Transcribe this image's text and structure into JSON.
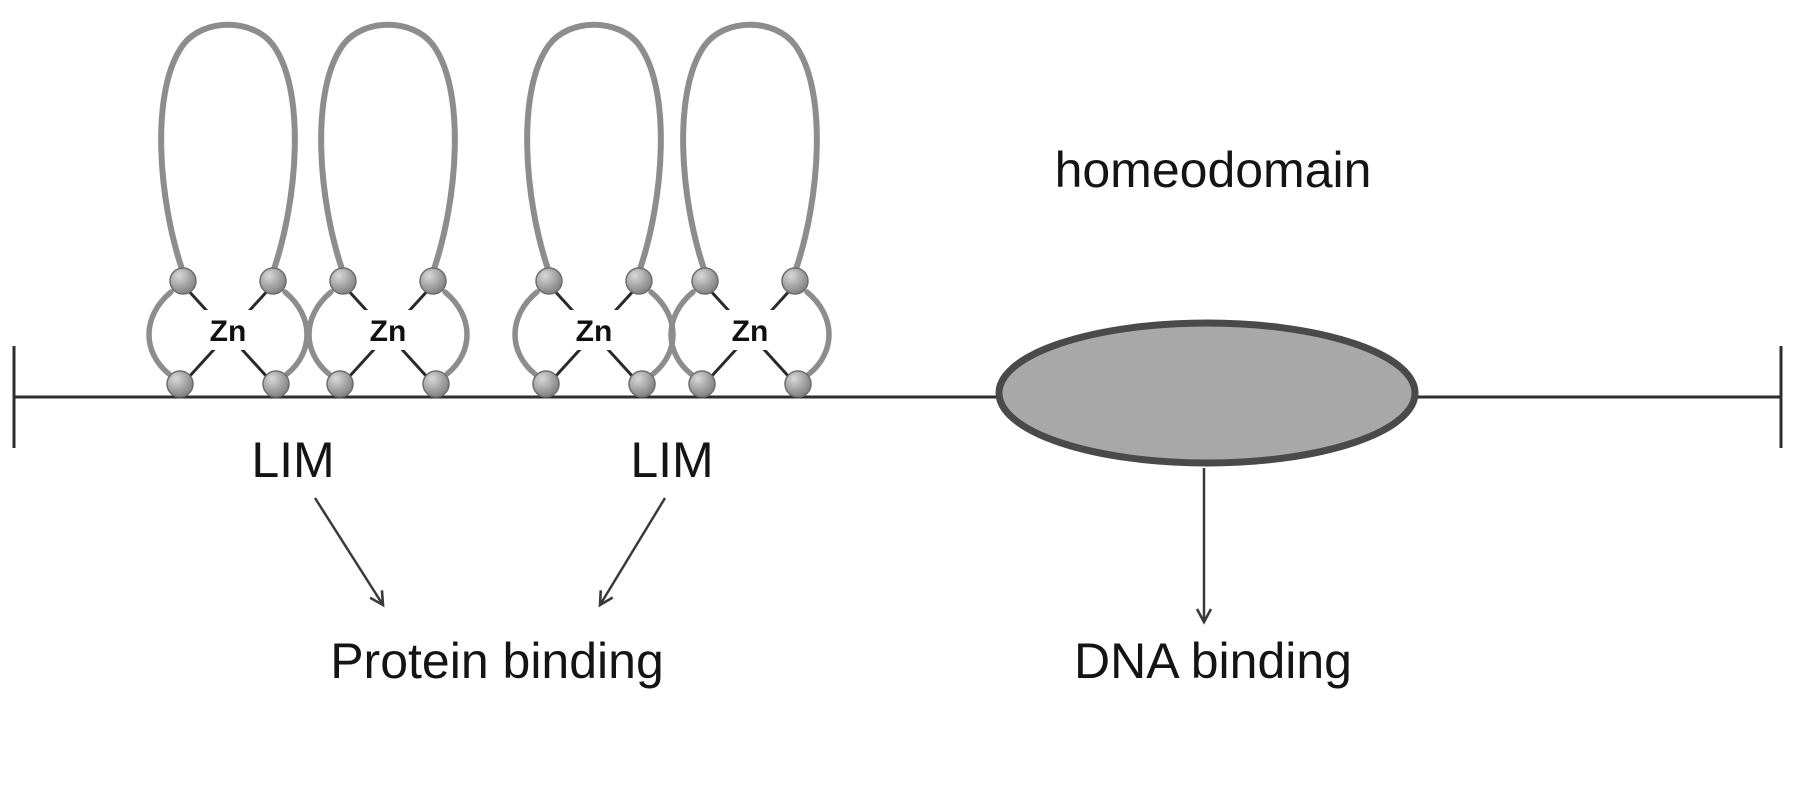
{
  "figure": {
    "type": "protein-domain-diagram",
    "labels": {
      "zn": "Zn",
      "lim": "LIM",
      "homeodomain": "homeodomain",
      "protein_binding": "Protein binding",
      "dna_binding": "DNA binding"
    },
    "structure": {
      "lim_domain_count": 2,
      "zinc_fingers_per_lim_domain": 2,
      "zinc_fingers_total": 4,
      "residue_spheres_per_finger": 4,
      "homeodomain_shape": "ellipse"
    },
    "relations": [
      {
        "from": "LIM",
        "to": "Protein binding"
      },
      {
        "from": "LIM",
        "to": "Protein binding"
      },
      {
        "from": "homeodomain",
        "to": "DNA binding"
      }
    ],
    "colors": {
      "loop": "#8d8d8d",
      "sphere": "#9e9e9e",
      "backbone": "#2e2e2e",
      "ellipse_fill": "#a8a8a8",
      "ellipse_stroke": "#4a4a4a",
      "text": "#141414"
    }
  }
}
